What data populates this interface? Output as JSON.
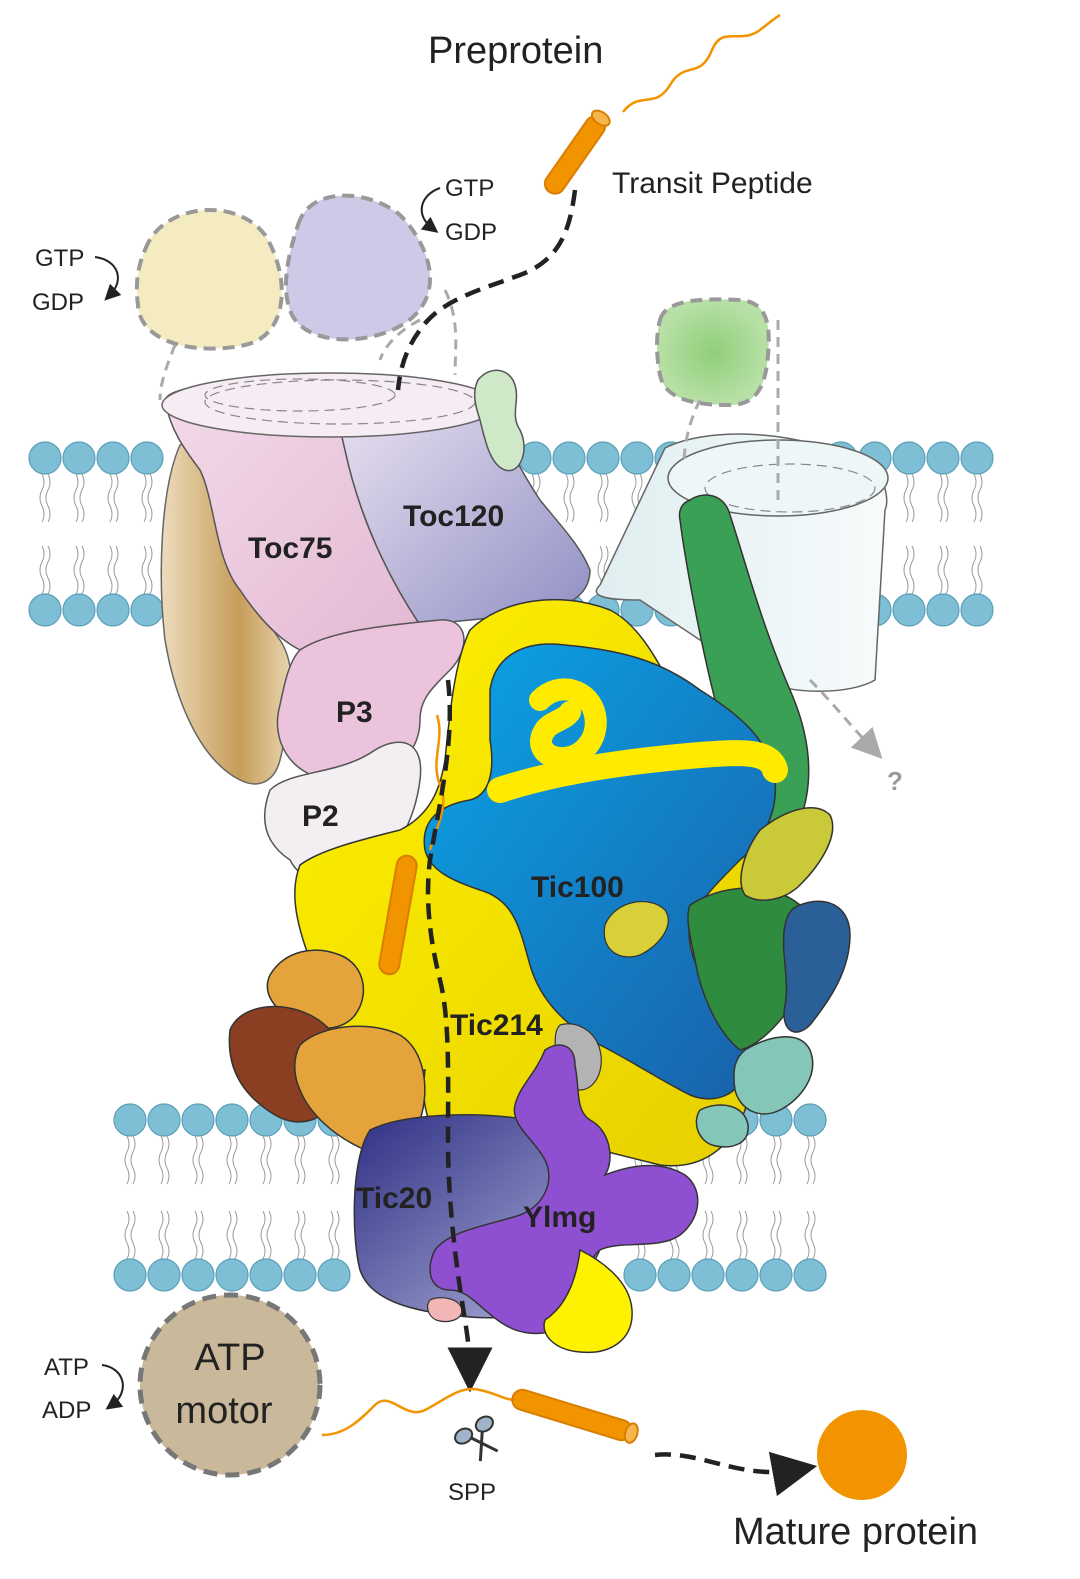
{
  "labels": {
    "preprotein": "Preprotein",
    "transit_peptide": "Transit Peptide",
    "gtp_top": "GTP",
    "gdp_top": "GDP",
    "gtp_left": "GTP",
    "gdp_left": "GDP",
    "toc75": "Toc75",
    "toc120": "Toc120",
    "p3": "P3",
    "p2": "P2",
    "tic100": "Tic100",
    "tic214": "Tic214",
    "tic20": "Tic20",
    "ylmg": "Ylmg",
    "unknown": "?",
    "atp": "ATP",
    "adp": "ADP",
    "atp_motor_line1": "ATP",
    "atp_motor_line2": "motor",
    "spp": "SPP",
    "mature_protein": "Mature protein"
  },
  "colors": {
    "membrane_head": "#7fbfd6",
    "transit_peptide": "#f29400",
    "toc75": "#e8c6dc",
    "toc120": "#b9b0d8",
    "tic214": "#ffeb00",
    "tic100": "#1e8fd8",
    "tic20": "#6a6fb0",
    "ylmg": "#8e4fd0",
    "green": "#3aa055",
    "atp_motor": "#c9b99a",
    "mature_protein": "#f29400"
  }
}
